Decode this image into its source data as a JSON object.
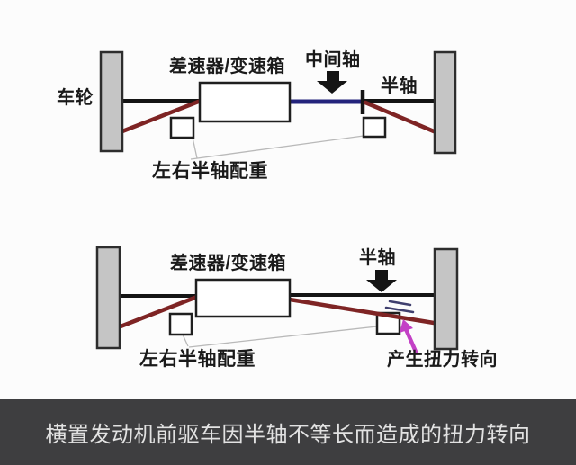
{
  "colors": {
    "background": "#fcfcfc",
    "wheel_fill": "#c5c5c5",
    "outline_black": "#141414",
    "half_shaft_red": "#7e2424",
    "intermediate_shaft_blue": "#23237c",
    "torque_arrow_magenta": "#c341c6",
    "leader_gray": "#b9b9b9",
    "slip_dash_blue": "#3f3f6e",
    "caption_bg": "#3e3e40",
    "caption_text": "#e2e2e2",
    "label_text": "#1a1a1a"
  },
  "diagram_top": {
    "labels": {
      "wheel": "车轮",
      "gearbox": "差速器/变速箱",
      "intermediate_shaft": "中间轴",
      "half_shaft": "半轴",
      "counterweight": "左右半轴配重"
    }
  },
  "diagram_bottom": {
    "labels": {
      "gearbox": "差速器/变速箱",
      "half_shaft": "半轴",
      "counterweight": "左右半轴配重",
      "torque_steer": "产生扭力转向"
    }
  },
  "caption": {
    "text": "横置发动机前驱车因半轴不等长而造成的扭力转向"
  }
}
